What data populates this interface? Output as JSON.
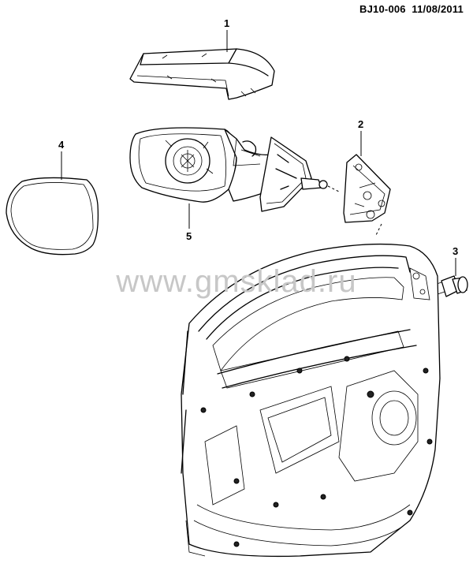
{
  "header": {
    "code": "BJ10-006",
    "date": "11/08/2011"
  },
  "watermark": "www.gmsklad.ru",
  "callouts": [
    "1",
    "2",
    "3",
    "4",
    "5"
  ]
}
